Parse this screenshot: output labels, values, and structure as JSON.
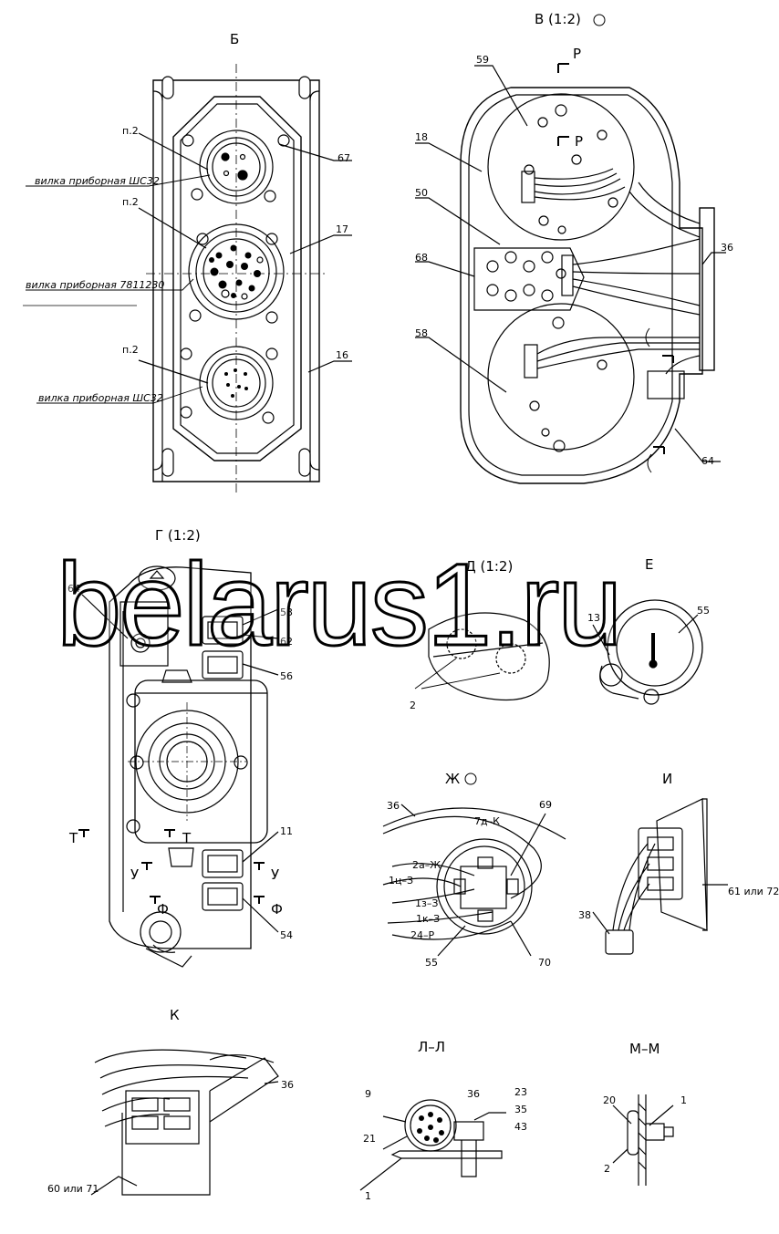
{
  "views": {
    "b": "Б",
    "v": "В (1:2)",
    "g": "Г (1:2)",
    "d": "Д (1:2)",
    "e": "Е",
    "zh": "Ж",
    "i": "И",
    "k": "К",
    "ll": "Л–Л",
    "mm": "М–М"
  },
  "labels": {
    "p2a": "п.2",
    "p2b": "п.2",
    "p2c": "п.2",
    "plug1": "вилка приборная ШС32",
    "plug2": "вилка приборная 7811230",
    "plug3": "вилка приборная ШС32",
    "n67": "67",
    "n17": "17",
    "n16": "16",
    "n59": "59",
    "n18": "18",
    "n50": "50",
    "n68": "68",
    "n58": "58",
    "n36a": "36",
    "n64a": "64",
    "secP1": "Р",
    "secP2": "Р",
    "n64b": "64",
    "n53": "53",
    "n62": "62",
    "n56": "56",
    "n11": "11",
    "n54": "54",
    "secT1": "Т",
    "secT2": "Т",
    "secU1": "У",
    "secU2": "У",
    "secF1": "Ф",
    "secF2": "Ф",
    "n2d": "2",
    "n13": "13",
    "n55e": "55",
    "n36zh": "36",
    "n69": "69",
    "n55zh": "55",
    "n70": "70",
    "w7dk": "7д–К",
    "w2azh": "2а–Ж",
    "w1ts3": "1ц–З",
    "w1z3": "1з–З",
    "w1k3": "1к–З",
    "w24r": "24–Р",
    "n38": "38",
    "n61": "61 или 72",
    "n36k": "36",
    "n60": "60 или 71",
    "n9": "9",
    "n36l": "36",
    "n23": "23",
    "n35": "35",
    "n43": "43",
    "n21": "21",
    "n1l": "1",
    "n20": "20",
    "n1m": "1",
    "n2m": "2"
  },
  "watermark": "belarus1.ru"
}
